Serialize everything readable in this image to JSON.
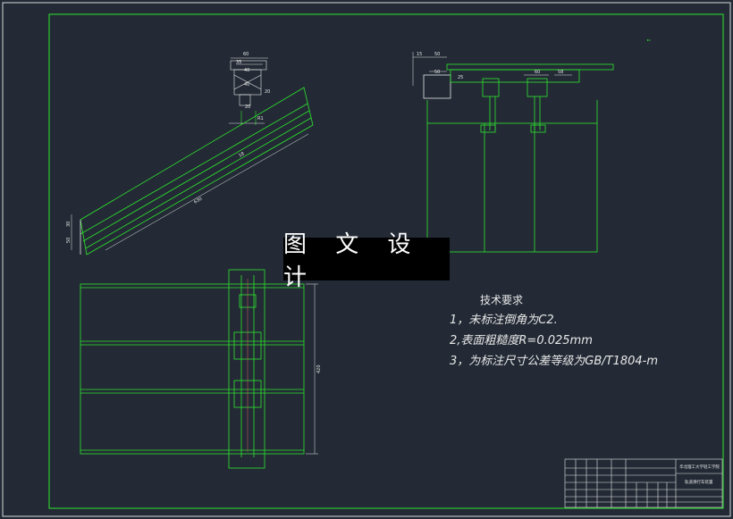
{
  "watermark": "图 文 设 计",
  "tech_requirements": {
    "title": "技术要求",
    "items": [
      "1，未标注倒角为C2.",
      "2,表面粗糙度R=0.025mm",
      "3，为标注尺寸公差等级为GB/T1804-m"
    ]
  },
  "dimensions": {
    "d_top_part": [
      "60",
      "35",
      "40",
      "40",
      "20",
      "20",
      "R1"
    ],
    "d_incline": [
      "630",
      "30",
      "50",
      "18"
    ],
    "d_right": [
      "15",
      "50",
      "50",
      "25",
      "60",
      "58"
    ],
    "d_plan": [
      "420"
    ]
  },
  "title_block": {
    "school": "华北理工大学轻工学院",
    "drawing_name": "轨道滑行车装置"
  },
  "colors": {
    "background": "#232a35",
    "green": "#2ee62e",
    "white": "#e6e6e6"
  }
}
